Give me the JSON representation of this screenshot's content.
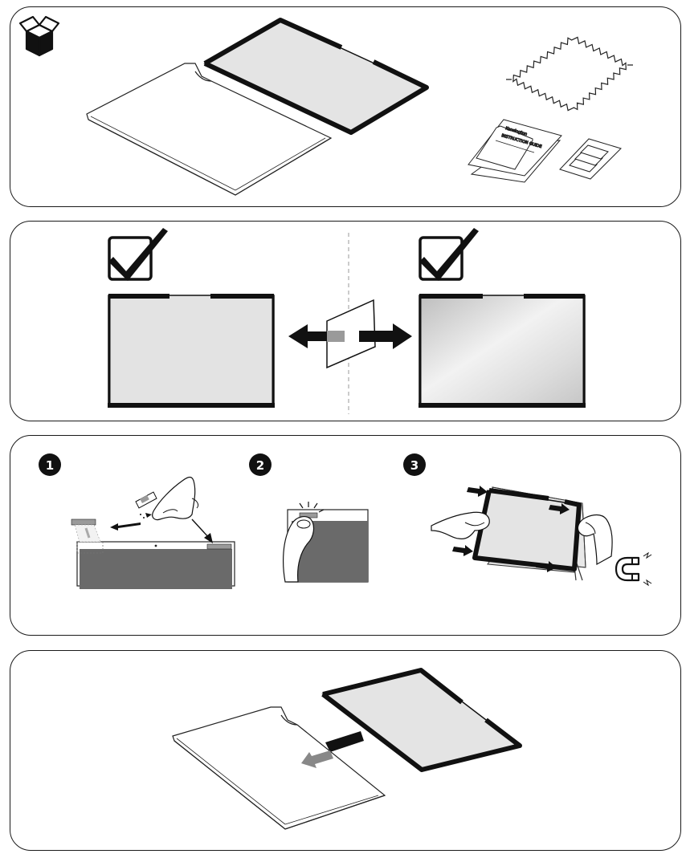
{
  "panel1": {
    "guide_brand": "Kensington",
    "guide_subtitle": "INSTRUCTION GUIDE"
  },
  "panel3": {
    "steps": [
      {
        "number": "1"
      },
      {
        "number": "2"
      },
      {
        "number": "3"
      }
    ]
  }
}
